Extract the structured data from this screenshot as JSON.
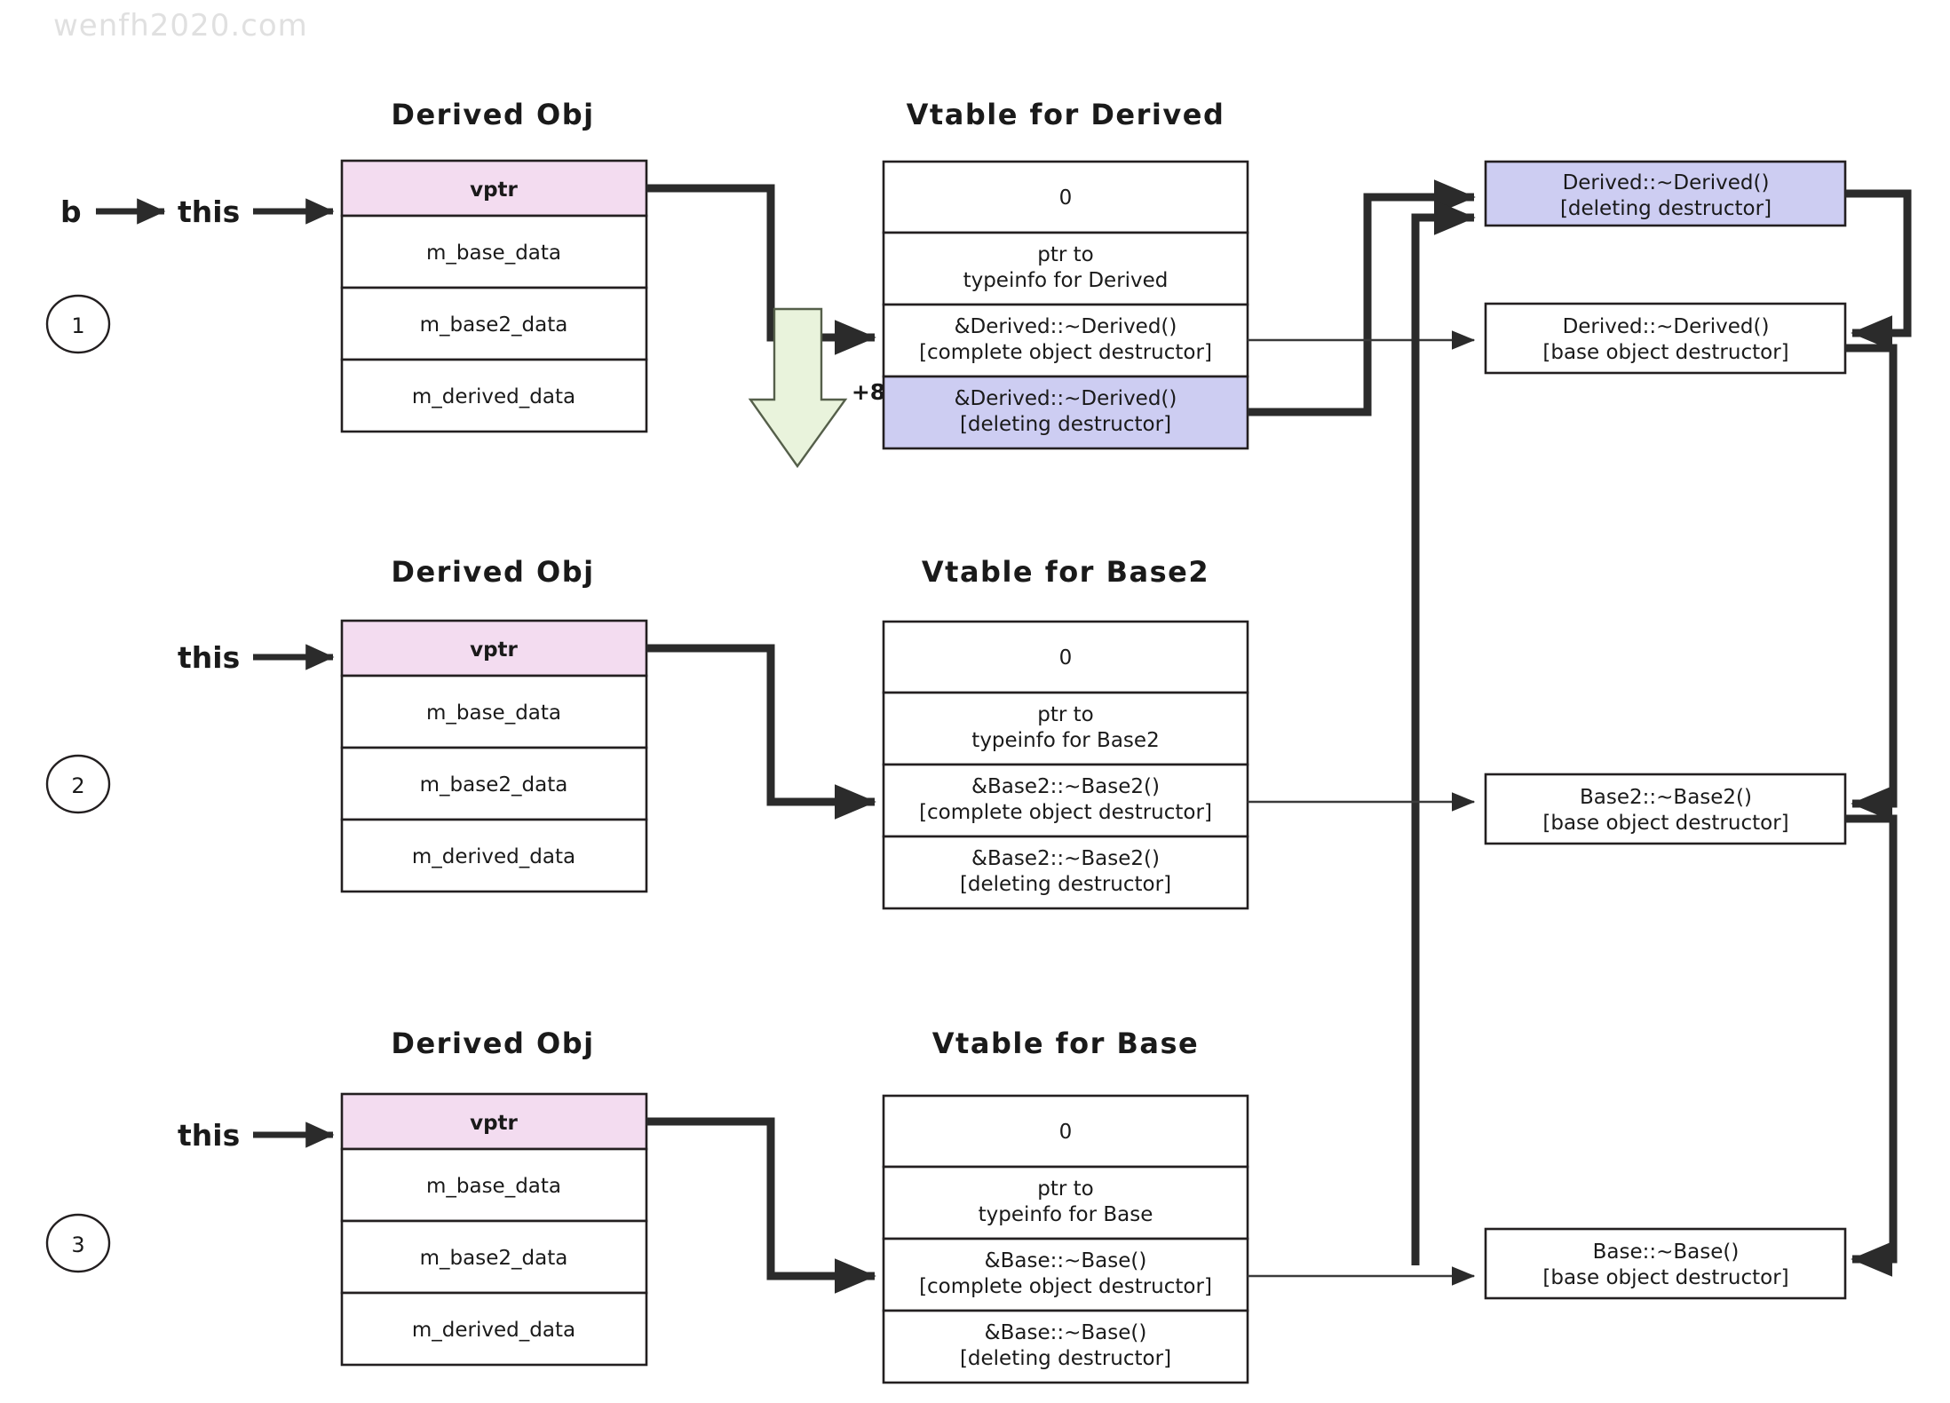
{
  "watermark": "wenfh2020.com",
  "pointer_labels": {
    "b": "b",
    "this": "this"
  },
  "offset_label": "+8",
  "step_markers": [
    "1",
    "2",
    "3"
  ],
  "sections": [
    {
      "id": "section-1",
      "marker": "1",
      "object": {
        "title": "Derived Obj",
        "rows": [
          {
            "text": "vptr",
            "highlight": "pink"
          },
          {
            "text": "m_base_data",
            "highlight": "none"
          },
          {
            "text": "m_base2_data",
            "highlight": "none"
          },
          {
            "text": "m_derived_data",
            "highlight": "none"
          }
        ]
      },
      "vtable": {
        "title": "Vtable for Derived",
        "rows": [
          {
            "line1": "0",
            "line2": "",
            "highlight": "none"
          },
          {
            "line1": "ptr to",
            "line2": "typeinfo for Derived",
            "highlight": "none"
          },
          {
            "line1": "&Derived::~Derived()",
            "line2": "[complete object destructor]",
            "highlight": "none"
          },
          {
            "line1": "&Derived::~Derived()",
            "line2": "[deleting destructor]",
            "highlight": "lavender"
          }
        ]
      }
    },
    {
      "id": "section-2",
      "marker": "2",
      "object": {
        "title": "Derived Obj",
        "rows": [
          {
            "text": "vptr",
            "highlight": "pink"
          },
          {
            "text": "m_base_data",
            "highlight": "none"
          },
          {
            "text": "m_base2_data",
            "highlight": "none"
          },
          {
            "text": "m_derived_data",
            "highlight": "none"
          }
        ]
      },
      "vtable": {
        "title": "Vtable for Base2",
        "rows": [
          {
            "line1": "0",
            "line2": "",
            "highlight": "none"
          },
          {
            "line1": "ptr to",
            "line2": "typeinfo for Base2",
            "highlight": "none"
          },
          {
            "line1": "&Base2::~Base2()",
            "line2": "[complete object destructor]",
            "highlight": "none"
          },
          {
            "line1": "&Base2::~Base2()",
            "line2": "[deleting destructor]",
            "highlight": "none"
          }
        ]
      }
    },
    {
      "id": "section-3",
      "marker": "3",
      "object": {
        "title": "Derived Obj",
        "rows": [
          {
            "text": "vptr",
            "highlight": "pink"
          },
          {
            "text": "m_base_data",
            "highlight": "none"
          },
          {
            "text": "m_base2_data",
            "highlight": "none"
          },
          {
            "text": "m_derived_data",
            "highlight": "none"
          }
        ]
      },
      "vtable": {
        "title": "Vtable for Base",
        "rows": [
          {
            "line1": "0",
            "line2": "",
            "highlight": "none"
          },
          {
            "line1": "ptr to",
            "line2": "typeinfo for Base",
            "highlight": "none"
          },
          {
            "line1": "&Base::~Base()",
            "line2": "[complete object destructor]",
            "highlight": "none"
          },
          {
            "line1": "&Base::~Base()",
            "line2": "[deleting destructor]",
            "highlight": "none"
          }
        ]
      }
    }
  ],
  "functions": [
    {
      "id": "fn-derived-deleting",
      "line1": "Derived::~Derived()",
      "line2": "[deleting destructor]",
      "highlight": "lavender"
    },
    {
      "id": "fn-derived-base",
      "line1": "Derived::~Derived()",
      "line2": "[base object destructor]",
      "highlight": "none"
    },
    {
      "id": "fn-base2-base",
      "line1": "Base2::~Base2()",
      "line2": "[base object destructor]",
      "highlight": "none"
    },
    {
      "id": "fn-base-base",
      "line1": "Base::~Base()",
      "line2": "[base object destructor]",
      "highlight": "none"
    }
  ],
  "colors": {
    "vptr_fill": "#f3dcf0",
    "deleting_fill": "#cdcdf2",
    "offset_arrow_fill": "#e9f3dc",
    "stroke": "#231f20",
    "watermark": "#e0e0e0"
  }
}
